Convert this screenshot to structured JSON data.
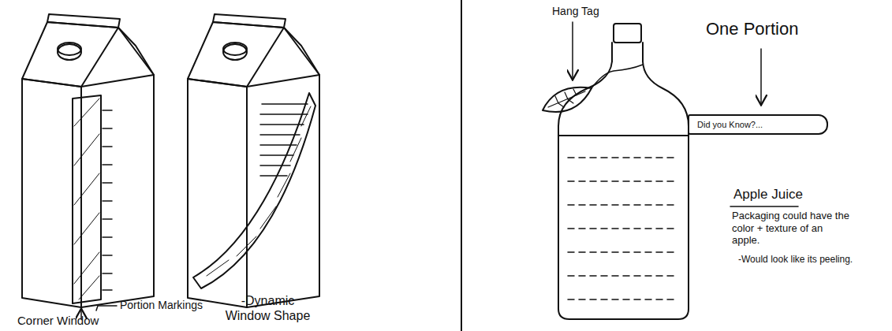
{
  "diagram": {
    "nodes": [
      {
        "text": [
          "Did you Know?..."
        ]
      }
    ],
    "labels": [
      "Corner Window",
      "Portion Markings",
      "-Dynamic Window Shape",
      "Hang Tag",
      "One Portion",
      "Apple Juice",
      "Packaging could have the color + texture of an apple.",
      "-Would look like its peeling."
    ]
  }
}
